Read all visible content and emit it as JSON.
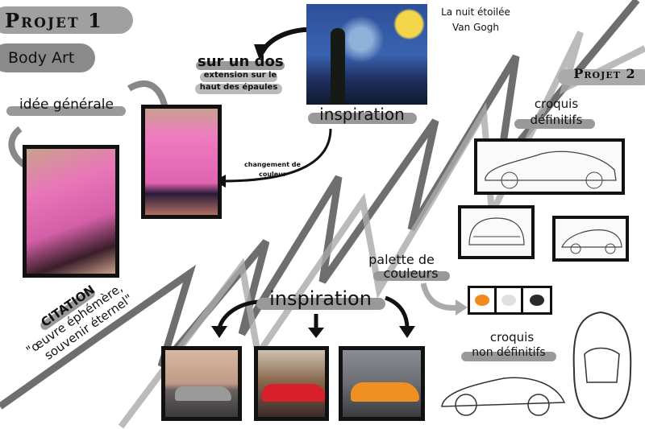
{
  "projet1": {
    "title": "Projet 1",
    "subtitle": "Body Art"
  },
  "labels": {
    "sur_un_dos": "sur un dos",
    "extension_1": "extension sur le",
    "extension_2": "haut des épaules",
    "idee_generale": "idée générale",
    "changement_1": "changement de",
    "changement_2": "couleur",
    "inspiration_top": "inspiration",
    "painting_title": "La nuit étoilée",
    "painting_artist": "Van Gogh",
    "citation": "CITATION",
    "quote_1": "\"œuvre éphémère,",
    "quote_2": "souvenir éternel\"",
    "inspiration_bottom": "inspiration"
  },
  "projet2": {
    "title": "Projet 2",
    "croquis_def_1": "croquis",
    "croquis_def_2": "définitifs",
    "palette_1": "palette de",
    "palette_2": "couleurs",
    "croquis_non_1": "croquis",
    "croquis_non_2": "non définitifs",
    "palette_colors": [
      "#f08a1c",
      "#e0e0e0",
      "#2a2a2a"
    ]
  }
}
